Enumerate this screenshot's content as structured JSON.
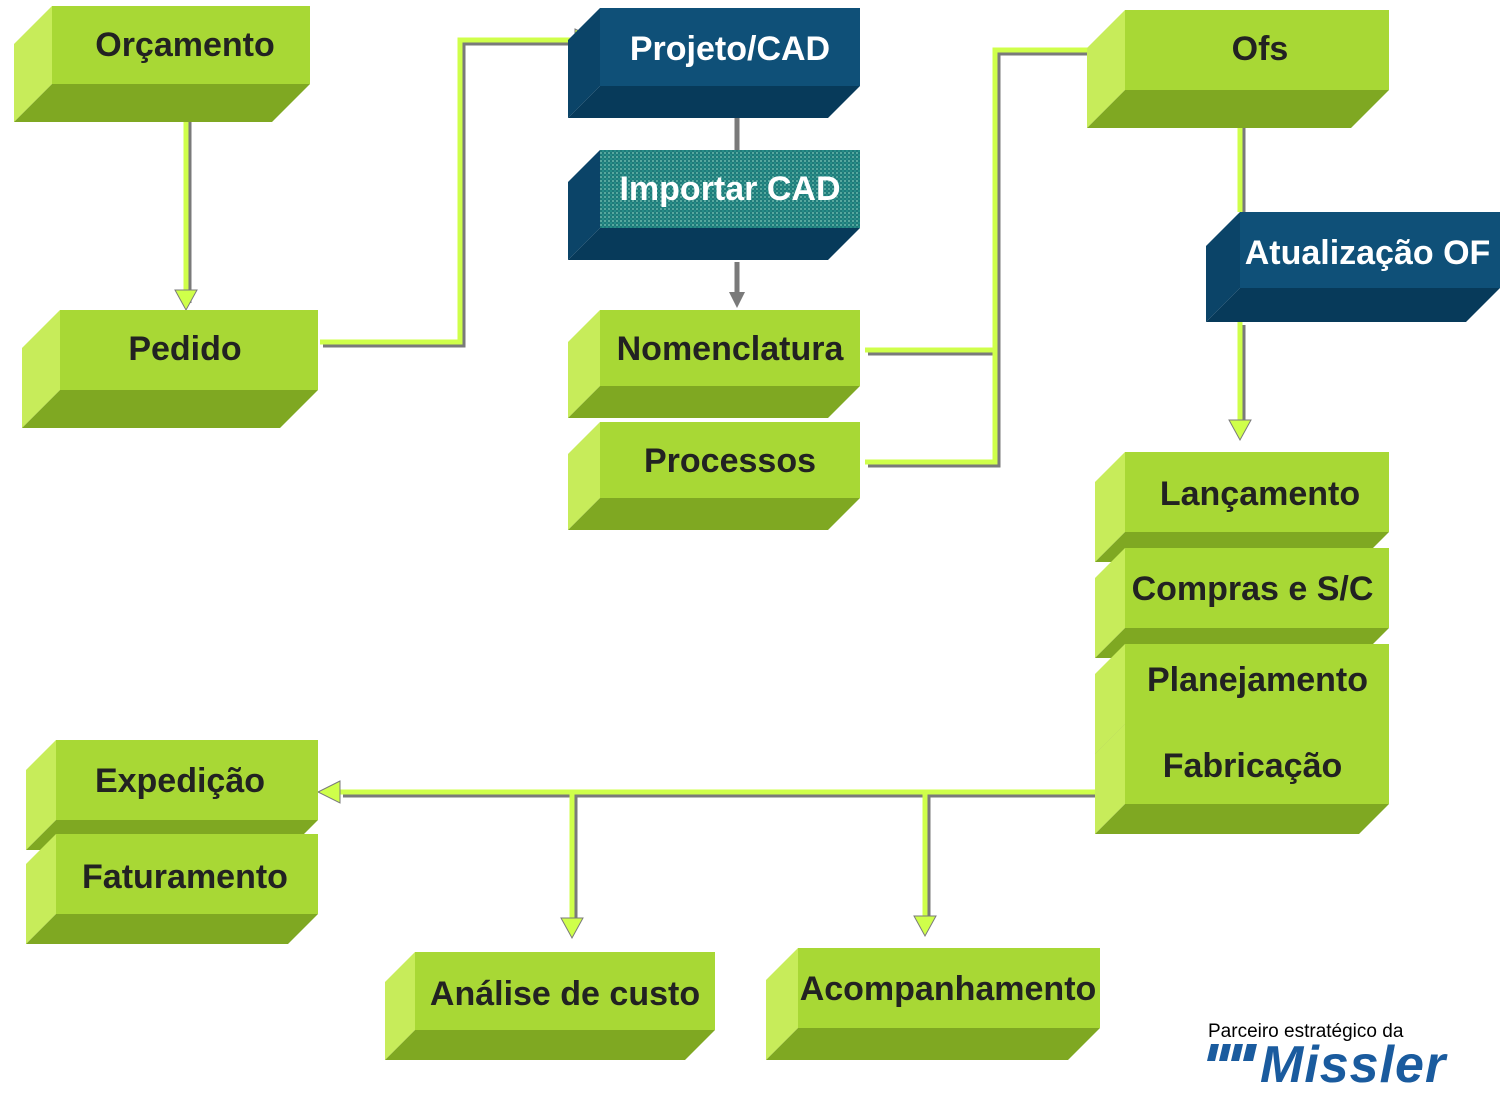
{
  "diagram": {
    "nodes": {
      "orcamento": "Orçamento",
      "pedido": "Pedido",
      "projeto_cad": "Projeto/CAD",
      "importar_cad": "Importar CAD",
      "nomenclatura": "Nomenclatura",
      "processos": "Processos",
      "ofs": "Ofs",
      "atualizacao_of": "Atualização OF",
      "lancamento": "Lançamento",
      "compras_sc": "Compras e S/C",
      "planejamento": "Planejamento",
      "fabricacao": "Fabricação",
      "expedicao": "Expedição",
      "faturamento": "Faturamento",
      "analise_custo": "Análise de custo",
      "acompanhamento": "Acompanhamento"
    },
    "colors": {
      "green_front": "#a8d835",
      "green_side": "#7fa822",
      "green_light": "#c7ec5a",
      "blue_front": "#0f5078",
      "blue_side": "#073a5a",
      "arrow": "#cfff4a",
      "arrow_shadow": "#7a7a7a"
    }
  },
  "footer": {
    "partner_text": "Parceiro estratégico da",
    "logo_text": "Missler"
  }
}
